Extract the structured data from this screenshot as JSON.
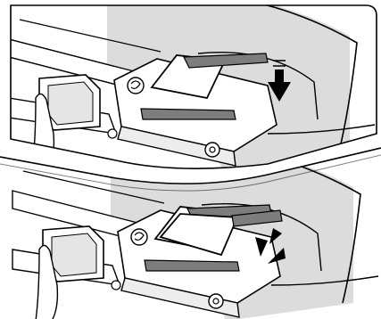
{
  "figure": {
    "panels": [
      {
        "id": "top",
        "step": "press-down",
        "direction": "down"
      },
      {
        "id": "bottom",
        "step": "clicked",
        "feedback": "click-marks"
      }
    ],
    "colors": {
      "line": "#000000",
      "shadow": "#d6d6d6",
      "strap": "#7d7d7d",
      "paper": "#ffffff"
    }
  }
}
